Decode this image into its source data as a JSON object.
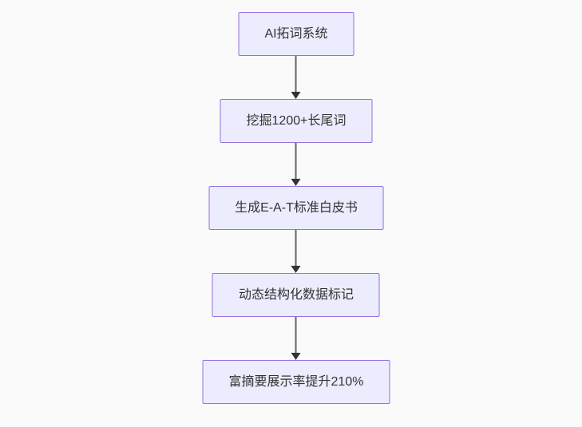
{
  "diagram": {
    "type": "flowchart",
    "direction": "top-down",
    "colors": {
      "background": "#fafafa",
      "node_fill": "#ECECFF",
      "node_border": "#9370DB",
      "node_text": "#333333",
      "arrow_line": "#666666",
      "arrow_head": "#333333"
    },
    "nodes": [
      {
        "label": "AI拓词系统"
      },
      {
        "label": "挖掘1200+长尾词"
      },
      {
        "label": "生成E-A-T标准白皮书"
      },
      {
        "label": "动态结构化数据标记"
      },
      {
        "label": "富摘要展示率提升210%"
      }
    ],
    "edges": [
      {
        "from": 0,
        "to": 1
      },
      {
        "from": 1,
        "to": 2
      },
      {
        "from": 2,
        "to": 3
      },
      {
        "from": 3,
        "to": 4
      }
    ]
  }
}
